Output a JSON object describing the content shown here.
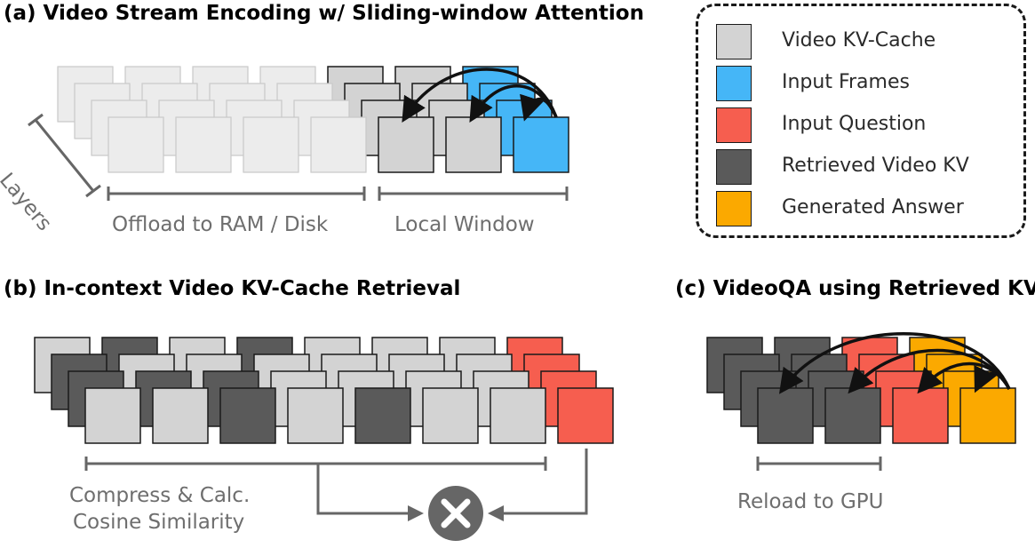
{
  "colors": {
    "light_gray": "#d3d3d3",
    "dark_gray": "#5a5a5a",
    "blue": "#45b6f7",
    "red": "#f65e4f",
    "orange": "#fba900",
    "faded": "#ececec",
    "bracket": "#666666"
  },
  "panel_a": {
    "title": "(a) Video Stream Encoding w/ Sliding-window Attention",
    "layers_label": "Layers",
    "offload_label": "Offload to RAM / Disk",
    "local_window_label": "Local Window"
  },
  "panel_b": {
    "title": "(b) In-context Video KV-Cache Retrieval",
    "compress_label_line1": "Compress & Calc.",
    "compress_label_line2": "Cosine Similarity",
    "multiply_icon": "times-icon"
  },
  "panel_c": {
    "title": "(c) VideoQA using Retrieved KV",
    "reload_label": "Reload to GPU"
  },
  "legend": {
    "items": [
      {
        "label": "Video KV-Cache",
        "color": "#d3d3d3"
      },
      {
        "label": "Input Frames",
        "color": "#45b6f7"
      },
      {
        "label": "Input Question",
        "color": "#f65e4f"
      },
      {
        "label": "Retrieved Video KV",
        "color": "#5a5a5a"
      },
      {
        "label": "Generated Answer",
        "color": "#fba900"
      }
    ]
  },
  "stacks": {
    "a": [
      [
        "F",
        "F",
        "F",
        "F",
        "G",
        "G",
        "B"
      ],
      [
        "F",
        "F",
        "F",
        "F",
        "G",
        "G",
        "B"
      ],
      [
        "F",
        "F",
        "F",
        "F",
        "G",
        "G",
        "B"
      ],
      [
        "F",
        "F",
        "F",
        "F",
        "G",
        "G",
        "B"
      ]
    ],
    "b": [
      [
        "G",
        "D",
        "G",
        "D",
        "G",
        "G",
        "G",
        "R"
      ],
      [
        "D",
        "G",
        "G",
        "G",
        "G",
        "G",
        "G",
        "R"
      ],
      [
        "D",
        "D",
        "D",
        "G",
        "G",
        "G",
        "G",
        "R"
      ],
      [
        "G",
        "G",
        "D",
        "G",
        "D",
        "G",
        "G",
        "R"
      ]
    ],
    "c": [
      [
        "D",
        "D",
        "R",
        "O"
      ],
      [
        "D",
        "D",
        "R",
        "O"
      ],
      [
        "D",
        "D",
        "R",
        "O"
      ],
      [
        "D",
        "D",
        "R",
        "O"
      ]
    ]
  }
}
